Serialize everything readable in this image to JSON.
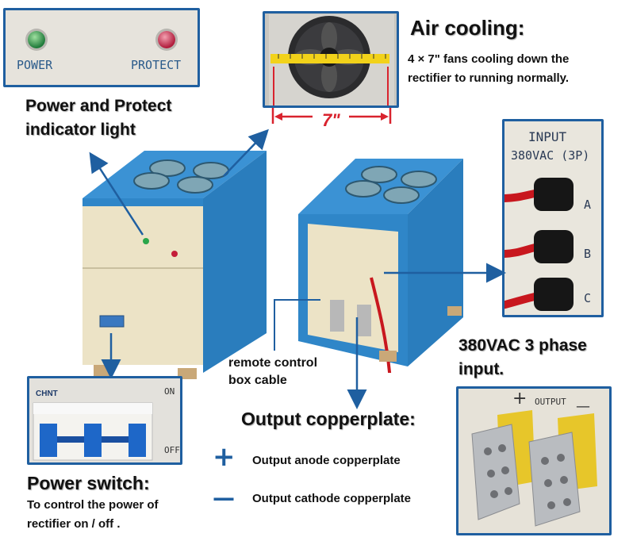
{
  "colors": {
    "frame_blue": "#1f5fa0",
    "cabinet_blue": "#2f86c8",
    "cabinet_cream": "#ece3c6",
    "arrow_blue": "#1f5fa0",
    "measure_red": "#d9232e"
  },
  "indicator_panel": {
    "power_label": "POWER",
    "protect_label": "PROTECT"
  },
  "indicator_caption": {
    "line1": "Power and Protect",
    "line2": "indicator light"
  },
  "air_cooling": {
    "title": "Air cooling:",
    "desc_line1": "4 × 7\" fans  cooling down the",
    "desc_line2": "rectifier to running normally.",
    "fan_size_label": "7\""
  },
  "input_panel": {
    "label_line1": "INPUT",
    "label_line2": "380VAC (3P)",
    "phases": [
      "A",
      "B",
      "C"
    ]
  },
  "input_caption": {
    "line1": "380VAC 3 phase",
    "line2": "input."
  },
  "remote_caption": {
    "line1": "remote control",
    "line2": "box cable"
  },
  "output_caption": {
    "title": "Output copperplate:",
    "anode_symbol": "+",
    "anode_label": "Output anode copperplate",
    "cathode_symbol": "—",
    "cathode_label": "Output cathode  copperplate"
  },
  "output_panel": {
    "plus": "+",
    "label": "OUTPUT",
    "minus": "—"
  },
  "switch_panel": {
    "brand": "CHNT",
    "on_label": "ON",
    "off_label": "OFF"
  },
  "switch_caption": {
    "title": "Power switch:",
    "line1": "To control the power of",
    "line2": "rectifier on / off ."
  }
}
